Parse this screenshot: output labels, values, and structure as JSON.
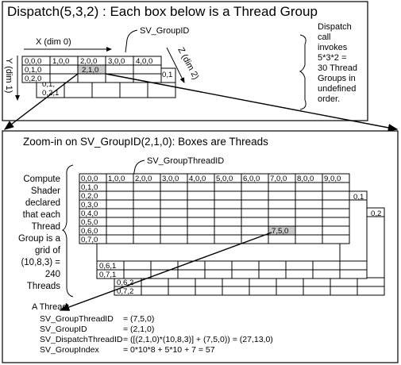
{
  "top": {
    "title": "Dispatch(5,3,2) : Each box below is a Thread Group",
    "group_id_label": "SV_GroupID",
    "x_axis": "X (dim 0)",
    "y_axis": "Y (dim 1)",
    "z_axis": "Z (dim 2)",
    "row0": [
      "0,0,0",
      "1,0,0",
      "2,0,0",
      "3,0,0",
      "4,0,0"
    ],
    "col0": [
      "0,1,0",
      "0,2,0"
    ],
    "highlight": "2,1,0",
    "corner_right": "0,1",
    "back_left_top": "0,1,",
    "back_left": "0,2,1",
    "note": [
      "Dispatch",
      "call",
      "invokes",
      "5*3*2 =",
      "30 Thread",
      "Groups in",
      "undefined",
      "order."
    ]
  },
  "bottom": {
    "title": "Zoom-in on SV_GroupID(2,1,0): Boxes are Threads",
    "thread_id_label": "SV_GroupThreadID",
    "row0": [
      "0,0,0",
      "1,0,0",
      "2,0,0",
      "3,0,0",
      "4,0,0",
      "5,0,0",
      "6,0,0",
      "7,0,0",
      "8,0,0",
      "9,0,0"
    ],
    "col0": [
      "0,1,0",
      "0,2,0",
      "0,3,0",
      "0,4,0",
      "0,5,0",
      "0,6,0",
      "0,7,0"
    ],
    "highlight": "7,5,0",
    "right1": "0,1",
    "right2": "0,2",
    "layer1": [
      "0,6,1",
      "0,7,1"
    ],
    "layer2": [
      "0,6,2",
      "0,7,2"
    ],
    "side_note": [
      "Compute",
      "Shader",
      "declared",
      "that each",
      "Thread",
      "Group is a",
      "grid of",
      "(10,8,3) =",
      "240",
      "Threads"
    ],
    "thread_title": "A Thread:",
    "thread_rows": [
      {
        "name": "SV_GroupThreadID",
        "value": "= (7,5,0)"
      },
      {
        "name": "SV_GroupID",
        "value": "= (2,1,0)"
      },
      {
        "name": "SV_DispatchThreadID",
        "value": "= ([(2,1,0)*(10,8,3)] + (7,5,0)) = (27,13,0)"
      },
      {
        "name": "SV_GroupIndex",
        "value": "= 0*10*8 + 5*10 + 7 = 57"
      }
    ]
  }
}
